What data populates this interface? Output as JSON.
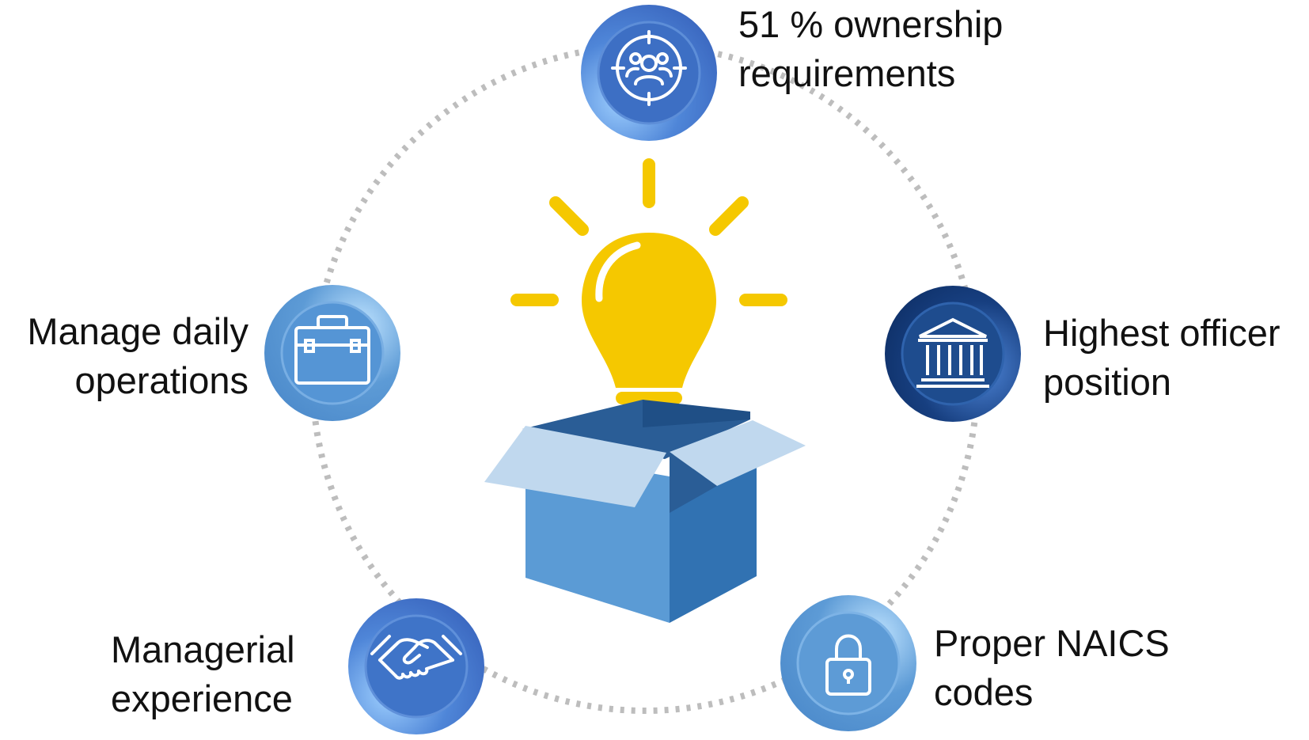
{
  "nodes": [
    {
      "id": "ownership",
      "lines": [
        "51 % ownership",
        "requirements"
      ],
      "icon": "team-target-icon",
      "color": "#3d6fc4"
    },
    {
      "id": "officer",
      "lines": [
        "Highest officer",
        "position"
      ],
      "icon": "bank-building-icon",
      "color": "#1e4c8e"
    },
    {
      "id": "naics",
      "lines": [
        "Proper NAICS",
        "codes"
      ],
      "icon": "padlock-icon",
      "color": "#5d9bd6"
    },
    {
      "id": "managerial",
      "lines": [
        "Managerial",
        "experience"
      ],
      "icon": "handshake-icon",
      "color": "#3f74c8"
    },
    {
      "id": "operations",
      "lines": [
        "Manage daily",
        "operations"
      ],
      "icon": "briefcase-icon",
      "color": "#5595d5"
    }
  ],
  "center": {
    "icons": [
      "lightbulb-icon",
      "open-box-icon"
    ],
    "bulb_color": "#f5c800",
    "box_color": "#5b9bd5"
  }
}
